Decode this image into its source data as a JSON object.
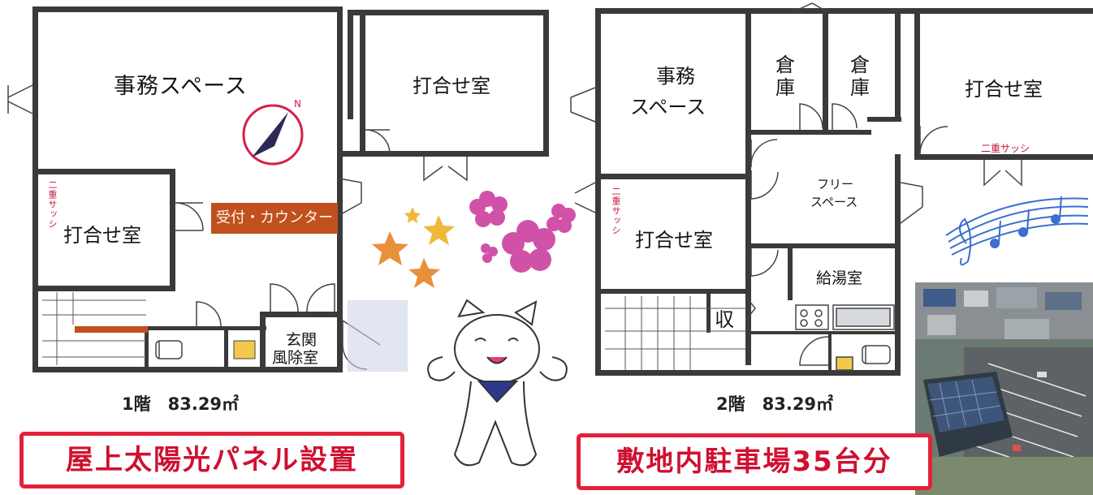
{
  "floor1": {
    "office_space": "事務スペース",
    "meeting_room_main": "打合せ室",
    "meeting_room_small": "打合せ室",
    "reception_counter": "受付・カウンター",
    "entrance_line1": "玄関",
    "entrance_line2": "風除室",
    "double_sash": "二重サッシ",
    "area": "1階　83.29㎡"
  },
  "floor2": {
    "office_line1": "事務",
    "office_line2": "スペース",
    "storage1_line1": "倉",
    "storage1_line2": "庫",
    "storage2_line1": "倉",
    "storage2_line2": "庫",
    "meeting_room_main": "打合せ室",
    "double_sash_top": "二重サッシ",
    "free_space_line1": "フリー",
    "free_space_line2": "スペース",
    "double_sash_left": "二重サッシ",
    "meeting_room_small": "打合せ室",
    "closet": "収",
    "kitchenette": "給湯室",
    "area": "2階　83.29㎡"
  },
  "banners": {
    "solar": "屋上太陽光パネル設置",
    "parking": "敷地内駐車場35台分"
  },
  "colors": {
    "wall": "#3a3a3a",
    "counter": "#c0501e",
    "banner_border": "#e2223a",
    "banner_text": "#d01030",
    "accent_sash": "#c0143c",
    "compass": "#2b2a55",
    "stars": "#e8903a",
    "flowers": "#c8359a",
    "music_notes": "#3a6fd0"
  }
}
